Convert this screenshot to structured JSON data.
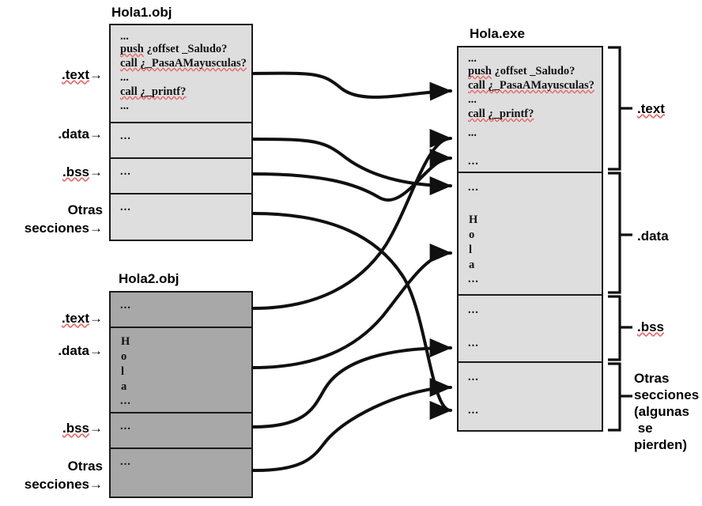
{
  "diagram": {
    "title_hola1": "Hola1.obj",
    "title_hola2": "Hola2.obj",
    "title_holaexe": "Hola.exe",
    "dots": "...",
    "code_lines": {
      "l1": "...",
      "l2": "push ¿offset _Saludo?",
      "l3": "call ¿_PasaAMayusculas?",
      "l4": "...",
      "l5": "call ¿_printf?",
      "l6": "..."
    },
    "hola_letters": [
      "H",
      "o",
      "l",
      "a"
    ],
    "left_labels_obj1": [
      {
        "text": ".text→",
        "wavy": true
      },
      {
        "text": ".data→",
        "wavy": false
      },
      {
        "text": ".bss→",
        "wavy": true
      },
      {
        "text": "Otras",
        "text2": "secciones→",
        "wavy": false
      }
    ],
    "left_labels_obj2": [
      {
        "text": ".text→",
        "wavy": true
      },
      {
        "text": ".data→",
        "wavy": false
      },
      {
        "text": ".bss→",
        "wavy": true
      },
      {
        "text": "Otras",
        "text2": "secciones→",
        "wavy": false
      }
    ],
    "right_labels_exe": [
      {
        "text": ".text",
        "wavy": true
      },
      {
        "text": ".data",
        "wavy": false
      },
      {
        "text": ".bss",
        "wavy": true
      },
      {
        "text": "Otras",
        "text2": "secciones",
        "text3": "(algunas",
        "text4": "se",
        "text5": "pierden)",
        "wavy": false
      }
    ],
    "colors": {
      "obj1_fill": "#dedede",
      "obj2_fill": "#a8a8a8",
      "exe_fill": "#dedede",
      "stroke": "#1a1a1a",
      "spell_underline": "#e86a6a",
      "background": "#ffffff"
    }
  }
}
